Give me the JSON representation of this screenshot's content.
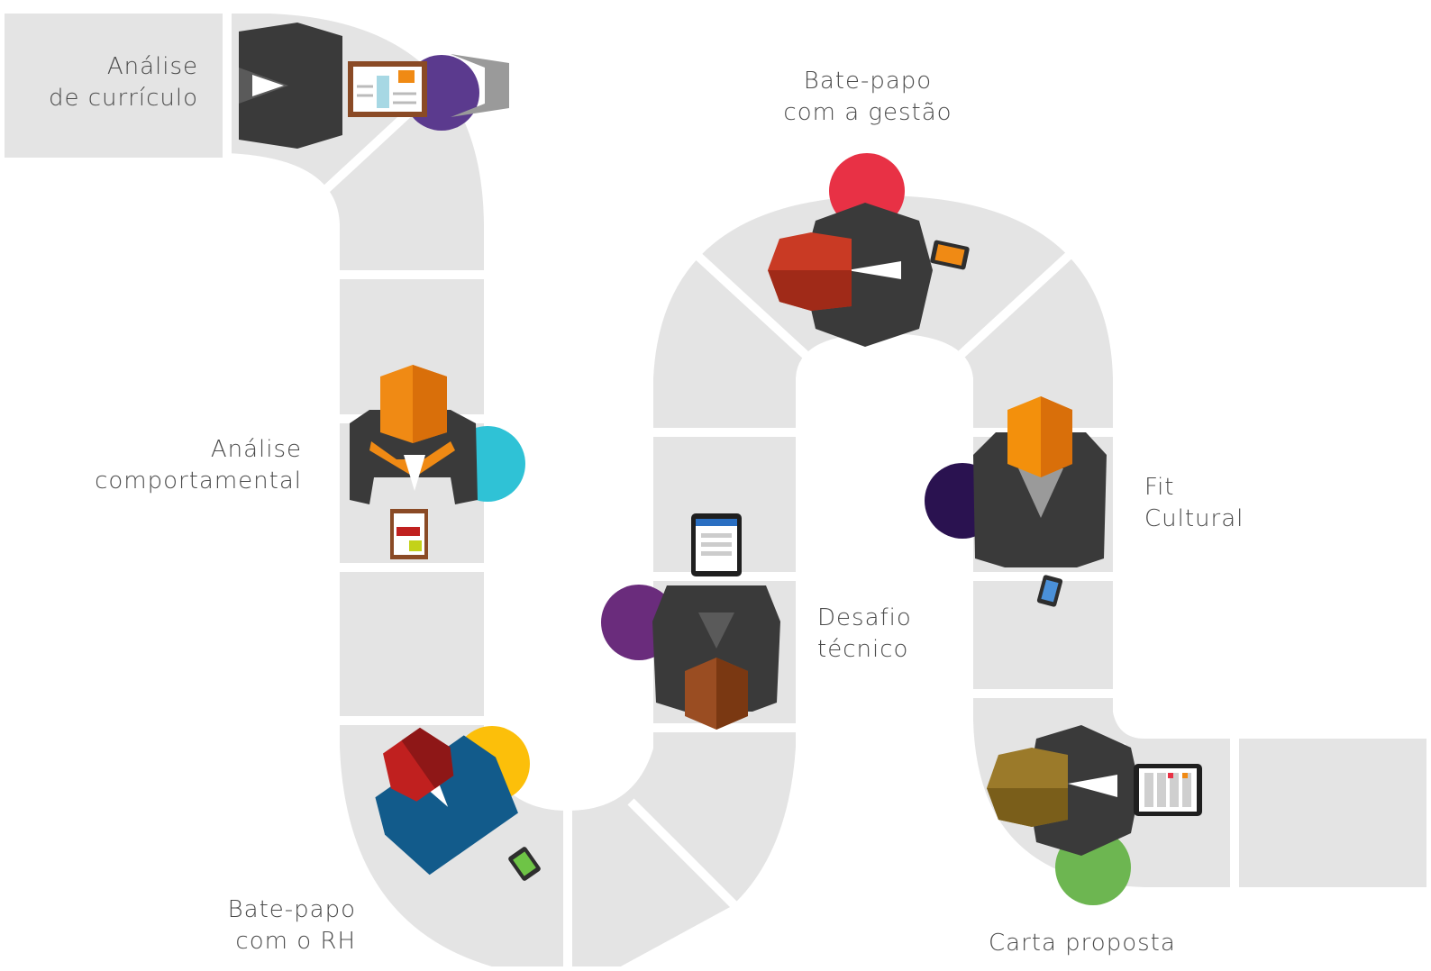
{
  "steps": [
    {
      "id": "curriculo",
      "line1": "Análise",
      "line2": "de currículo",
      "accent": "#5b3a8e",
      "hair": "#9a9a9a"
    },
    {
      "id": "comportamental",
      "line1": "Análise",
      "line2": "comportamental",
      "accent": "#2fc2d6",
      "hair": "#f08a14"
    },
    {
      "id": "rh",
      "line1": "Bate-papo",
      "line2": "com o RH",
      "accent": "#fcbf0a",
      "hair": "#c0201f"
    },
    {
      "id": "tecnico",
      "line1": "Desafio",
      "line2": "técnico",
      "accent": "#6a2c7c",
      "hair": "#9a4d22"
    },
    {
      "id": "gestao",
      "line1": "Bate-papo",
      "line2": "com a gestão",
      "accent": "#e83145",
      "hair": "#c93a24"
    },
    {
      "id": "fit",
      "line1": "Fit",
      "line2": "Cultural",
      "accent": "#2a1250",
      "hair": "#f3900c"
    },
    {
      "id": "carta",
      "line1": "Carta proposta",
      "line2": "",
      "accent": "#6db651",
      "hair": "#9b7a2a"
    }
  ],
  "colors": {
    "path": "#e4e4e4",
    "suit": "#3a3a3a",
    "label": "#4a4a4a"
  },
  "icons": [
    "person-icon",
    "clipboard-icon",
    "phone-icon",
    "tablet-icon"
  ]
}
